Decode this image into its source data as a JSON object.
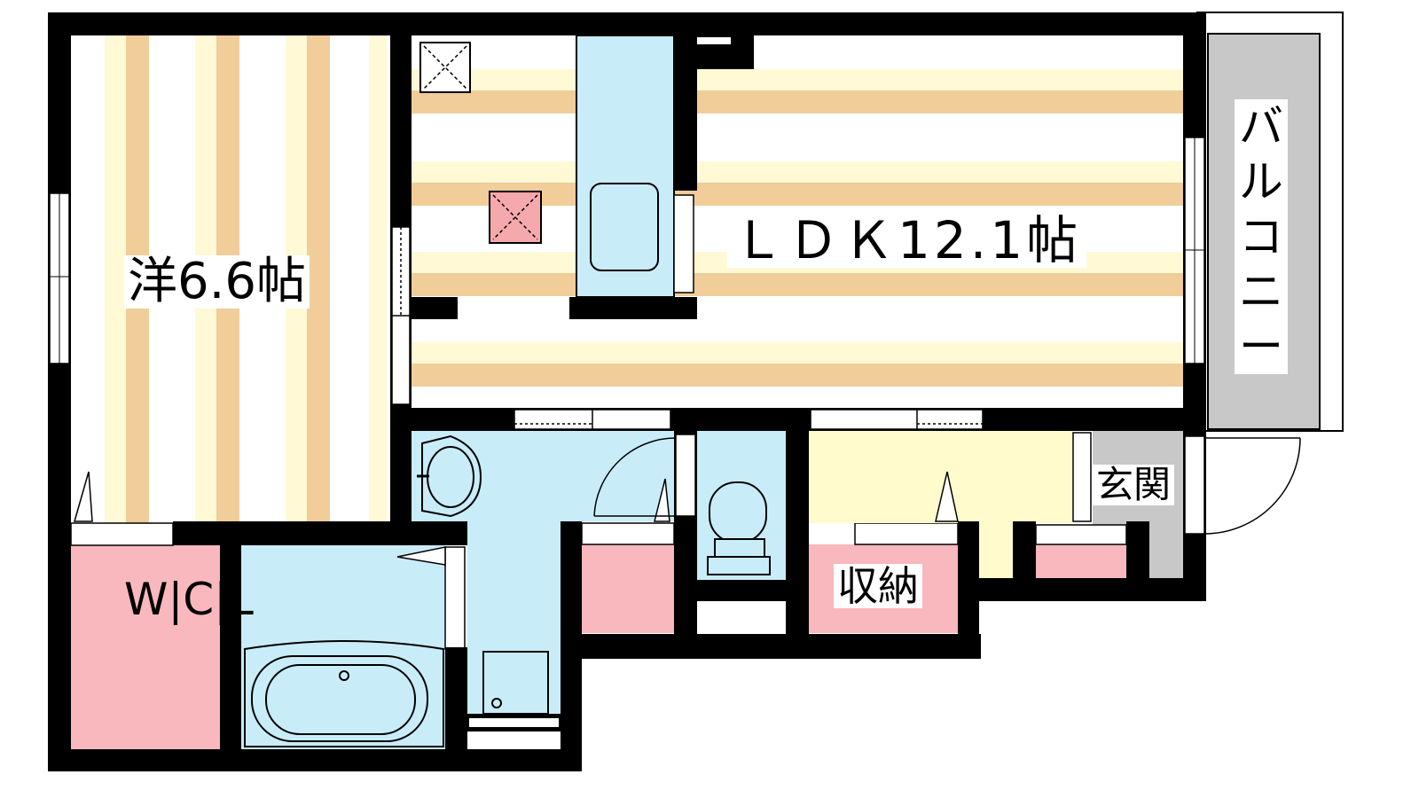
{
  "rooms": {
    "western": {
      "label": "洋6.6帖"
    },
    "ldk": {
      "label": "ＬＤＫ12.1帖"
    },
    "walk_in_closet": {
      "label": "W|C|L"
    },
    "balcony": {
      "label": "バルコニー"
    },
    "storage": {
      "label": "収納"
    },
    "entrance": {
      "label": "玄関"
    }
  },
  "colors": {
    "wall": "#000000",
    "wood_stripe": "#f0cd99",
    "wood_light": "#fff9d6",
    "wet_area": "#c9ecf9",
    "closet": "#f8b8bd",
    "entrance_floor": "#c8c8c8",
    "storage_floor": "#fffbcc",
    "balcony_floor": "#c8c8c8",
    "vent_red": "#f6a9ad"
  }
}
